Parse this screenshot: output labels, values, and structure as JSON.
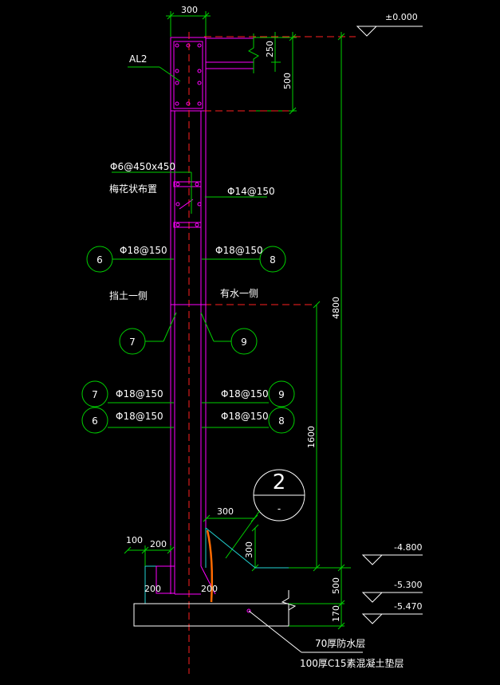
{
  "colors": {
    "background": "#000000",
    "leader_green": "#00d000",
    "rebar_magenta": "#ff00ff",
    "concrete_cyan": "#22d3d3",
    "centerline_red": "#ff2020",
    "text_white": "#ffffff",
    "weld_orange": "#ff6a00"
  },
  "labels": {
    "top_width": "300",
    "elev_0": "±0.000",
    "beam_name": "AL2",
    "dim_250": "250",
    "dim_500_top": "500",
    "tie_spec": "Φ6@450x450",
    "tie_layout": "梅花状布置",
    "horiz_bar": "Φ14@150",
    "bar_6_top": "Φ18@150",
    "bar_8_top": "Φ18@150",
    "soil_side": "挡土一侧",
    "water_side": "有水一侧",
    "dim_4800": "4800",
    "bar_7": "Φ18@150",
    "bar_9": "Φ18@150",
    "bar_6_low": "Φ18@150",
    "bar_8_low": "Φ18@150",
    "dim_1600": "1600",
    "dim_300_h": "300",
    "dim_300_v": "300",
    "dim_100": "100",
    "dim_200_top": "200",
    "dim_200_left": "200",
    "dim_200_right": "200",
    "elev_4800": "-4.800",
    "elev_5300": "-5.300",
    "elev_5470": "-5.470",
    "dim_500_bot": "500",
    "dim_170": "170",
    "layer_1": "70厚防水层",
    "layer_2": "100厚C15素混凝土垫层"
  },
  "bubbles": {
    "b6_top": "6",
    "b8_top": "8",
    "b7_mid": "7",
    "b9_mid": "9",
    "b7_low": "7",
    "b9_low": "9",
    "b6_low": "6",
    "b8_low": "8",
    "section_num": "2",
    "section_sub": "-"
  }
}
